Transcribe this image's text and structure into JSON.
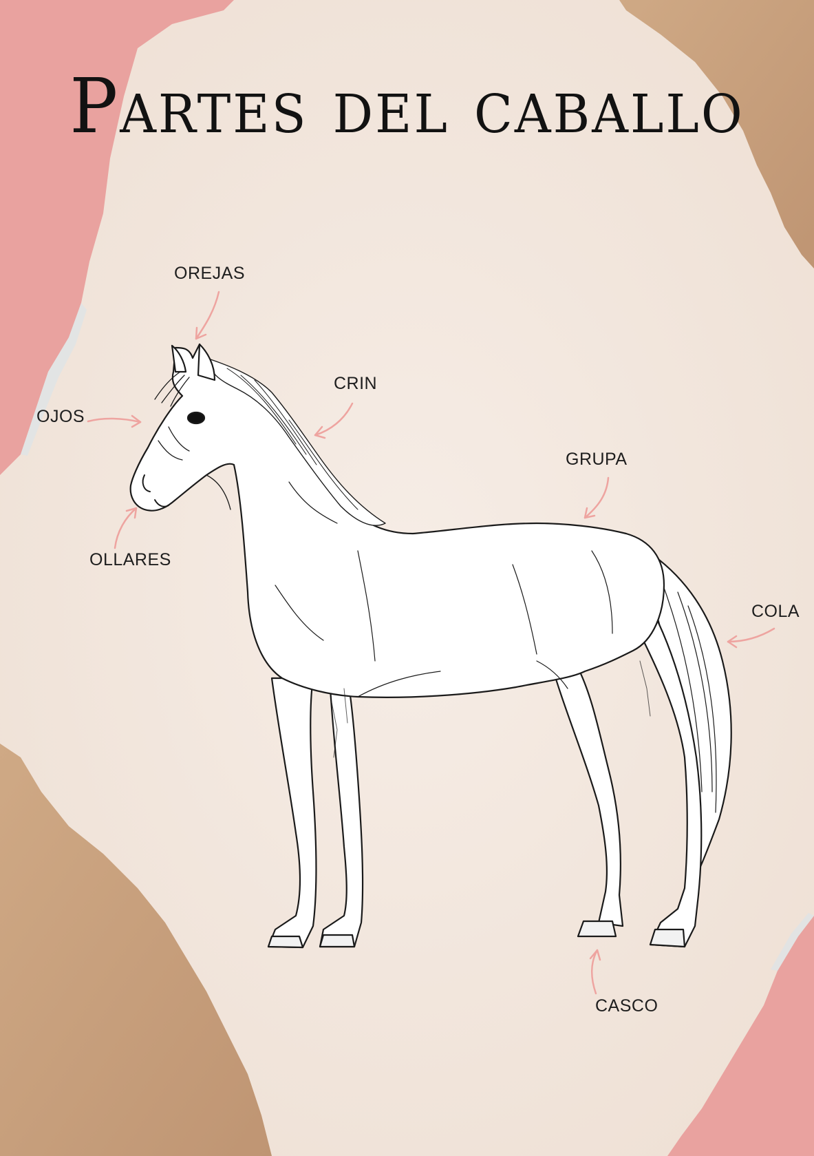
{
  "title": "Partes del caballo",
  "colors": {
    "paper": "#f3e7dd",
    "paper_center": "#f5ebe3",
    "pink_paper": "#e9a29f",
    "kraft_paper": "#c9a07d",
    "arrow": "#eea4a0",
    "ink": "#121212"
  },
  "labels": {
    "orejas": "OREJAS",
    "crin": "CRIN",
    "ojos": "OJOS",
    "grupa": "GRUPA",
    "ollares": "OLLARES",
    "cola": "COLA",
    "casco": "CASCO"
  },
  "illustration": "horse-sketch"
}
